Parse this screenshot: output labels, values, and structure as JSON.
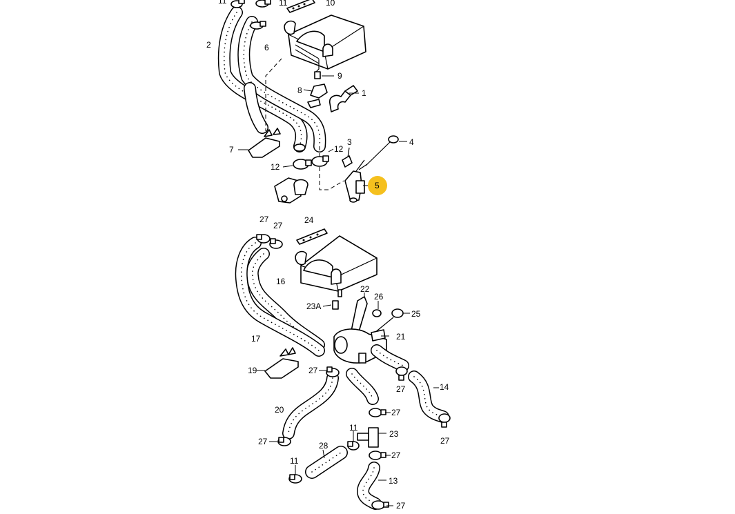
{
  "diagram": {
    "highlight_color": "#f5c01e",
    "highlighted_label": "5",
    "upper_group_labels": [
      "11",
      "11",
      "10",
      "2",
      "6",
      "9",
      "8",
      "1",
      "7",
      "12",
      "12",
      "3",
      "4",
      "5"
    ],
    "lower_group_labels": [
      "27",
      "27",
      "24",
      "16",
      "22",
      "26",
      "25",
      "23A",
      "17",
      "21",
      "19",
      "27",
      "14",
      "27",
      "20",
      "27",
      "27",
      "11",
      "23",
      "28",
      "27",
      "27",
      "11",
      "13",
      "27"
    ]
  }
}
